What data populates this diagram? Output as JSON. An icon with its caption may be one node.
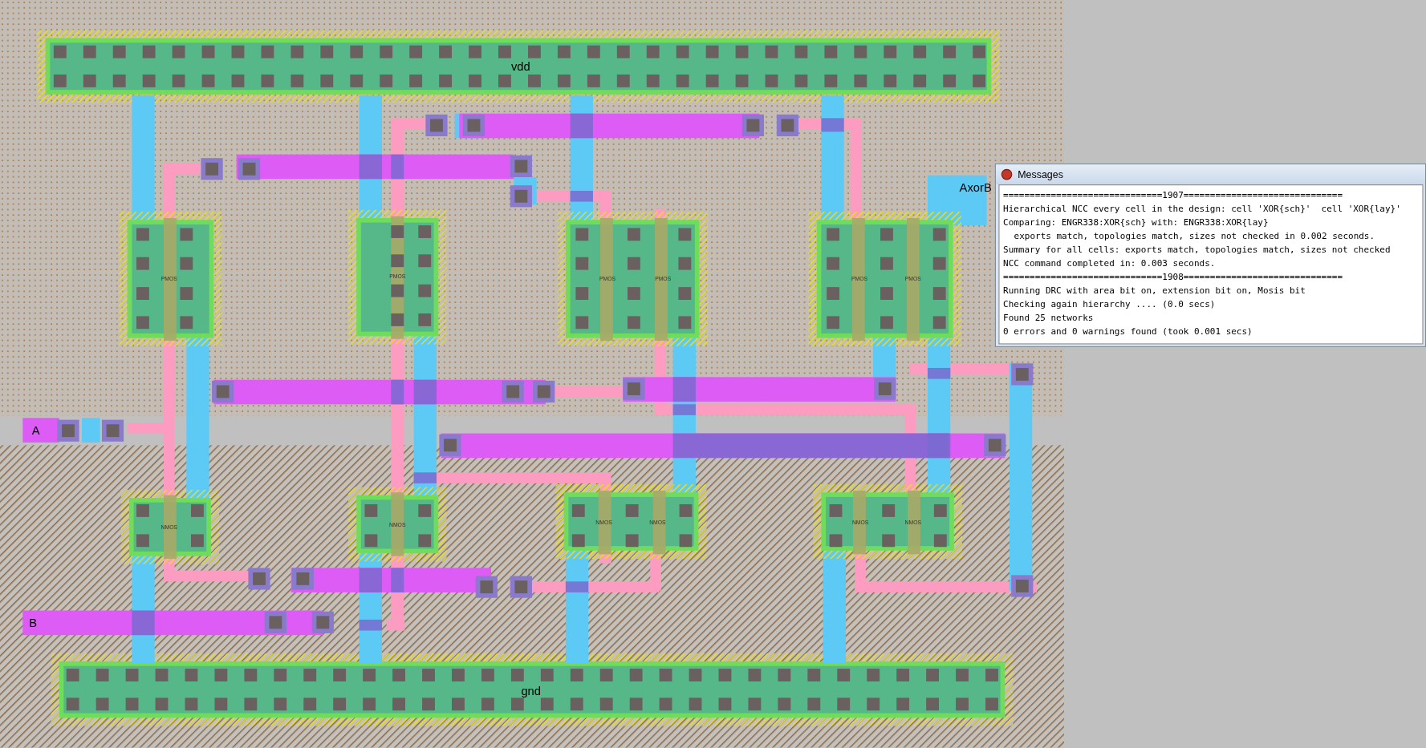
{
  "diagram": {
    "labels": [
      "vdd",
      "Messages",
      "==============================1907==============================",
      "Hierarchical NCC every cell in the design: cell 'XOR{sch}'  cell 'XOR{lay}'",
      "Comparing: ENGR338:XOR{sch} with: ENGR338:XOR{lay}",
      "exports match, topologies match, sizes not checked in 0.002 seconds.",
      "Summary for all cells: exports match, topologies match, sizes not checked",
      "NCC command completed in: 0.003 seconds.",
      "==============================1908==============================",
      "Running DRC with area bit on, extension bit on, Mosis bit",
      "Checking again hierarchy .... (0.0 secs)",
      "Found 25 networks",
      "0 errors and 0 warnings found (took 0.001 secs)",
      "AxorB",
      "PMOS",
      "PMOS",
      "PMOS",
      "PMOS",
      "PMOS",
      "PMOS",
      "A",
      "NMOS",
      "NMOS",
      "NMOS",
      "NMOS",
      "NMOS",
      "NMOS",
      "B",
      "gnd"
    ]
  }
}
